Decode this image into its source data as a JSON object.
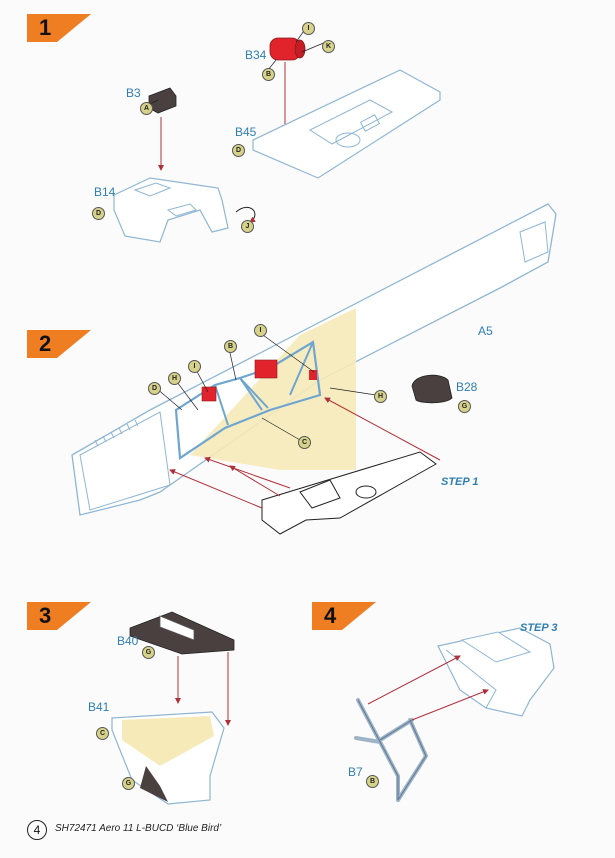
{
  "steps": [
    {
      "number": "1"
    },
    {
      "number": "2"
    },
    {
      "number": "3"
    },
    {
      "number": "4"
    }
  ],
  "part_labels": {
    "b3": "B3",
    "b34": "B34",
    "b45": "B45",
    "b14": "B14",
    "a5": "A5",
    "b28": "B28",
    "b40": "B40",
    "b41": "B41",
    "b7": "B7"
  },
  "step_references": {
    "step2_ref": "STEP 1",
    "step4_ref": "STEP 3"
  },
  "color_callouts": [
    "A",
    "B",
    "C",
    "D",
    "G",
    "H",
    "I",
    "J",
    "K"
  ],
  "footer": {
    "page_number": "4",
    "title": "SH72471 Aero 11 L-BUCD ‘Blue Bird’"
  },
  "colors": {
    "accent_orange": "#ef7d22",
    "label_blue": "#2f7fb2",
    "part_outline": "#8fb6d3",
    "part_fill": "#ffffff",
    "interior_yellow": "#f6eab9",
    "red_part": "#e1232c",
    "dark_part": "#4a4040",
    "arrow_red": "#b0303a",
    "callout_yellow": "#d6d28a"
  }
}
